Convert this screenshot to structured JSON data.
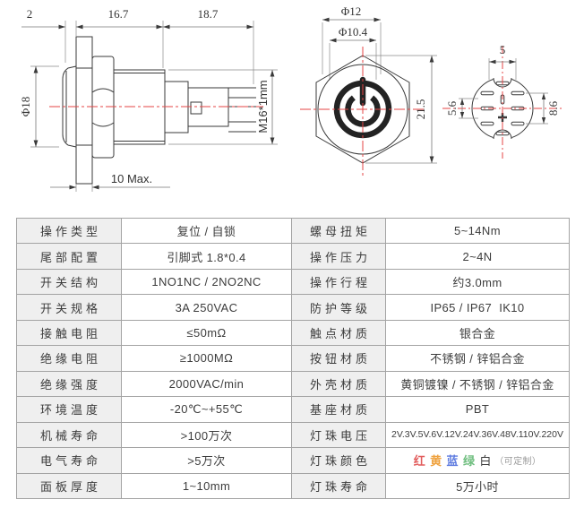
{
  "colors": {
    "line": "#3a3a3a",
    "centerline_red": "#e64545",
    "table_border": "#a3a3a3",
    "label_cell_bg": "#efefef",
    "text": "#3c3c3c"
  },
  "drawings": {
    "side_view": {
      "flange_thickness": "2",
      "front_length": "16.7",
      "rear_length": "18.7",
      "head_diameter": "Φ18",
      "thread_spec": "M16*1mm",
      "panel_thickness": "10 Max."
    },
    "front_view": {
      "bezel_diameter": "Φ12",
      "lens_diameter": "Φ10.4",
      "hex_height": "21.5"
    },
    "pin_view": {
      "pin_span_top": "5",
      "pin_pitch_left": "5.6",
      "pin_pitch_right": "8.6"
    }
  },
  "spec_table": {
    "left_rows": [
      {
        "label": "操作类型",
        "value": "复位 / 自锁"
      },
      {
        "label": "尾部配置",
        "value": "引脚式 1.8*0.4"
      },
      {
        "label": "开关结构",
        "value": "1NO1NC / 2NO2NC"
      },
      {
        "label": "开关规格",
        "value": "3A 250VAC"
      },
      {
        "label": "接触电阻",
        "value": "≤50mΩ"
      },
      {
        "label": "绝缘电阻",
        "value": "≥1000MΩ"
      },
      {
        "label": "绝缘强度",
        "value": "2000VAC/min"
      },
      {
        "label": "环境温度",
        "value": "-20℃~+55℃"
      },
      {
        "label": "机械寿命",
        "value": ">100万次"
      },
      {
        "label": "电气寿命",
        "value": ">5万次"
      },
      {
        "label": "面板厚度",
        "value": "1~10mm"
      }
    ],
    "right_rows": [
      {
        "label": "螺母扭矩",
        "value": "5~14Nm"
      },
      {
        "label": "操作压力",
        "value": "2~4N"
      },
      {
        "label": "操作行程",
        "value": "约3.0mm"
      },
      {
        "label": "防护等级",
        "value": "IP65 / IP67  IK10"
      },
      {
        "label": "触点材质",
        "value": "银合金"
      },
      {
        "label": "按钮材质",
        "value": "不锈钢 / 锌铝合金"
      },
      {
        "label": "外壳材质",
        "value": "黄铜镀镍 / 不锈钢 / 锌铝合金"
      },
      {
        "label": "基座材质",
        "value": "2V.3V.5V.6V.12V.24V.36V.48V.110V.220V"
      },
      {
        "label": "灯珠电压",
        "value": ""
      },
      {
        "label": "灯珠颜色",
        "value": ""
      },
      {
        "label": "灯珠寿命",
        "value": "5万小时"
      }
    ],
    "right_values_fixed": {
      "base_material": "PBT",
      "lamp_voltage": "2V.3V.5V.6V.12V.24V.36V.48V.110V.220V",
      "lamp_life": "5万小时"
    },
    "lamp_color_segments": [
      {
        "text": "红",
        "color": "#e25d5d"
      },
      {
        "text": "黄",
        "color": "#efa23f"
      },
      {
        "text": "蓝",
        "color": "#5f7ce0"
      },
      {
        "text": "绿",
        "color": "#6fbe7f"
      },
      {
        "text": "白",
        "color": "#3c3c3c"
      },
      {
        "text": "（可定制）",
        "color": "#9a9a9a"
      }
    ]
  }
}
